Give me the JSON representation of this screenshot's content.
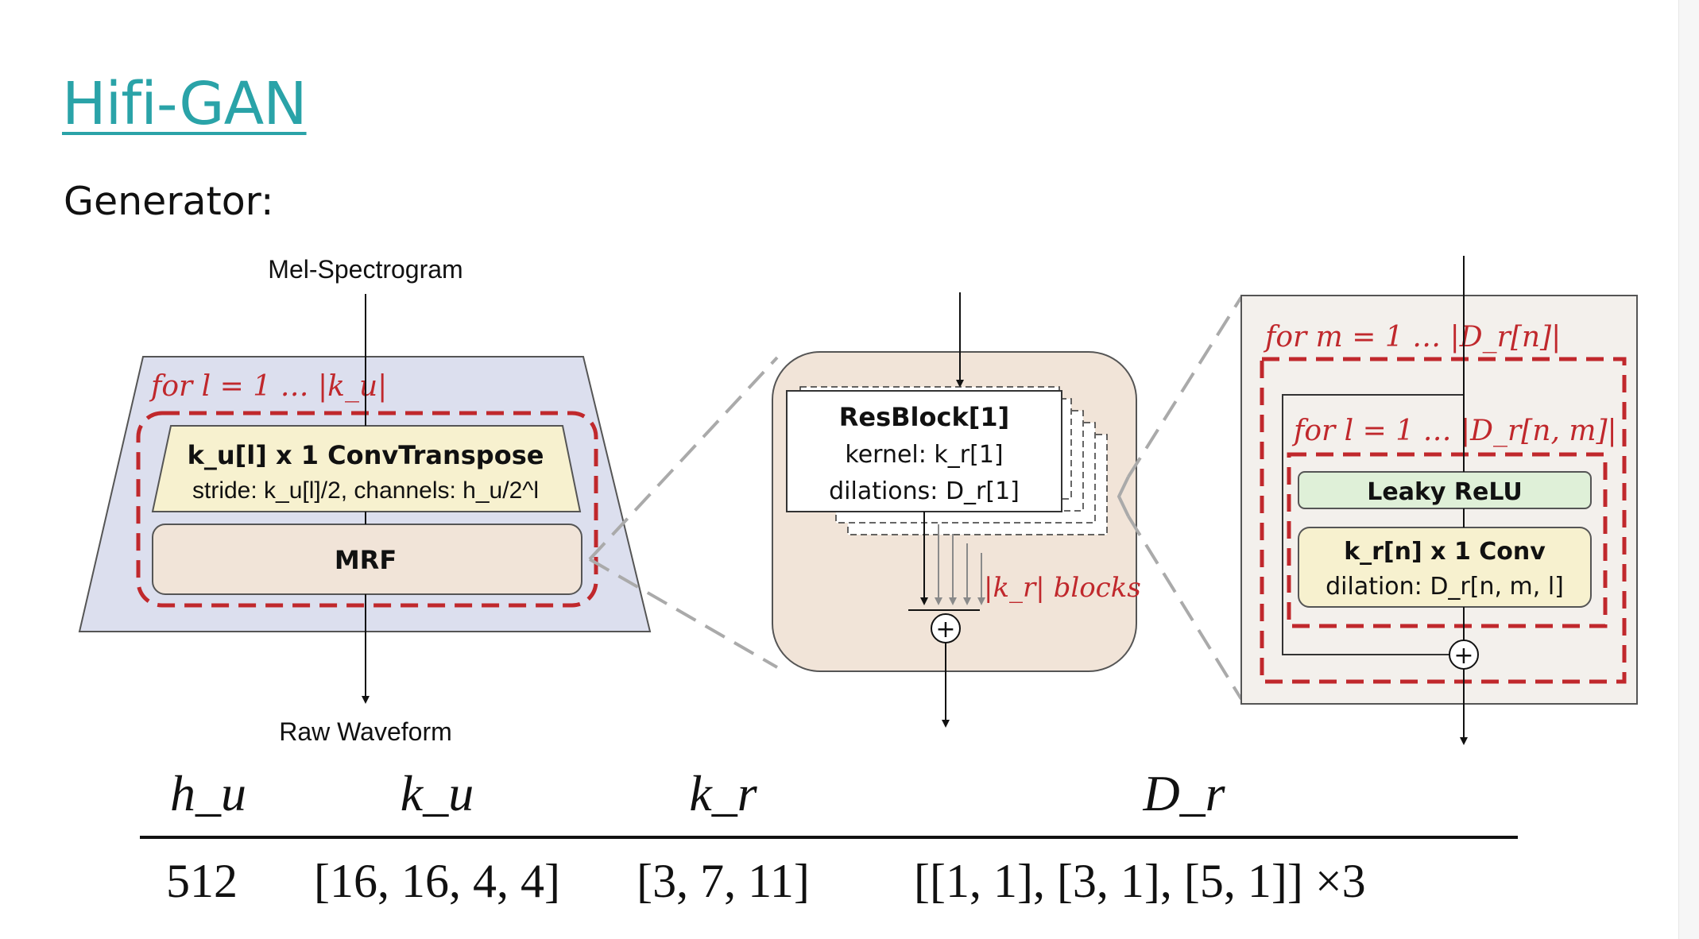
{
  "slide": {
    "title": "Hifi-GAN",
    "subtitle": "Generator:"
  },
  "generator": {
    "input_label": "Mel-Spectrogram",
    "output_label": "Raw Waveform",
    "loop_label": "for  l = 1  …  |k_u|",
    "conv_title": "k_u[l] x 1  ConvTranspose",
    "conv_detail": "stride: k_u[l]/2, channels: h_u/2^l",
    "mrf_label": "MRF"
  },
  "mrf": {
    "block_title": "ResBlock[1]",
    "block_kernel": "kernel: k_r[1]",
    "block_dilations": "dilations: D_r[1]",
    "blocks_label": "|k_r| blocks",
    "sum_symbol": "+"
  },
  "resblock": {
    "outer_loop_label": "for  m = 1  …  |D_r[n]|",
    "inner_loop_label": "for  l = 1  …  |D_r[n, m]|",
    "activation_label": "Leaky ReLU",
    "conv_title": "k_r[n] x 1  Conv",
    "conv_detail": "dilation: D_r[n, m, l]",
    "sum_symbol": "+"
  },
  "params_table": {
    "headers": [
      "h_u",
      "k_u",
      "k_r",
      "D_r"
    ],
    "values": [
      "512",
      "[16, 16, 4, 4]",
      "[3, 7, 11]",
      "[[1, 1], [3, 1], [5, 1]] ×3"
    ]
  },
  "colors": {
    "title_teal": "#2aa3a8",
    "loop_red": "#c0282c",
    "trapezoid_fill": "#dcdfee",
    "mrf_box_fill": "#f1e4d8",
    "conv_fill": "#f7f1cf",
    "activation_fill": "#dff0d8",
    "resblock_panel_fill": "#f3f0ec"
  }
}
